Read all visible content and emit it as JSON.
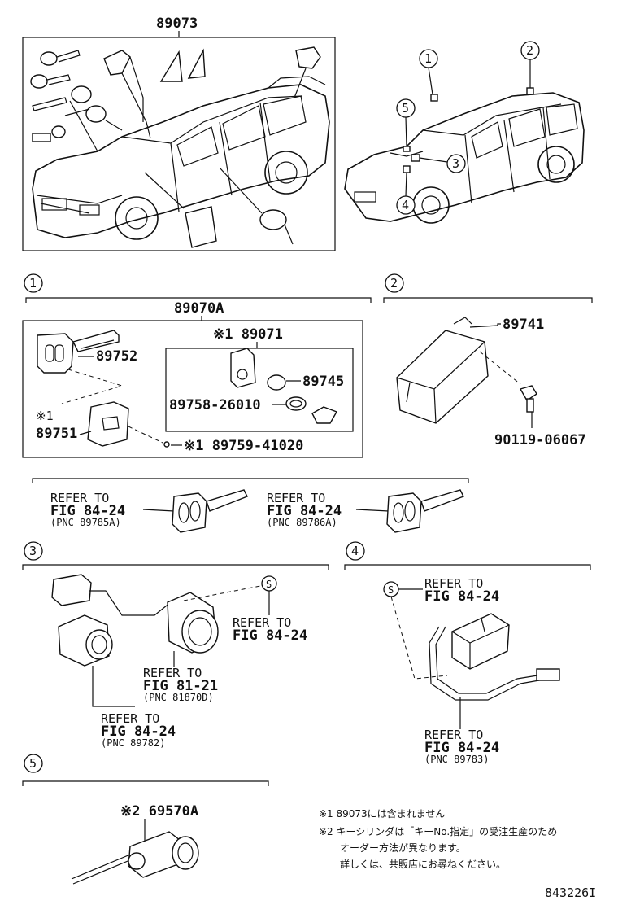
{
  "top_group_label": "89073",
  "sections": [
    {
      "num": "1",
      "title": "89070A"
    },
    {
      "num": "2"
    },
    {
      "num": "3"
    },
    {
      "num": "4"
    },
    {
      "num": "5",
      "title": "※2 69570A"
    }
  ],
  "locator_markers": [
    "1",
    "2",
    "3",
    "4",
    "5"
  ],
  "section1": {
    "sub_title": "※1 89071",
    "parts": {
      "key": "89752",
      "plate_mark": "※1",
      "plate": "89751",
      "screw": "※1 89759-41020",
      "cap": "89745",
      "ring": "89758-26010"
    }
  },
  "section2": {
    "module": "89741",
    "bolt": "90119-06067"
  },
  "refs_keys": [
    {
      "l1": "REFER TO",
      "l2": "FIG 84-24",
      "l3": "(PNC 89785A)"
    },
    {
      "l1": "REFER TO",
      "l2": "FIG 84-24",
      "l3": "(PNC 89786A)"
    }
  ],
  "section3": {
    "s_marker": "S",
    "ref_a": {
      "l1": "REFER TO",
      "l2": "FIG 84-24"
    },
    "ref_b": {
      "l1": "REFER TO",
      "l2": "FIG 81-21",
      "l3": "(PNC 81870D)"
    },
    "ref_c": {
      "l1": "REFER TO",
      "l2": "FIG 84-24",
      "l3": "(PNC 89782)"
    }
  },
  "section4": {
    "s_marker": "S",
    "ref_a": {
      "l1": "REFER TO",
      "l2": "FIG 84-24"
    },
    "ref_b": {
      "l1": "REFER TO",
      "l2": "FIG 84-24",
      "l3": "(PNC 89783)"
    }
  },
  "notes": [
    "※1 89073には含まれません",
    "※2 キーシリンダは「キーNo.指定」の受注生産のため",
    "オーダー方法が異なります。",
    "詳しくは、共販店にお尋ねください。"
  ],
  "figure_id": "843226I"
}
